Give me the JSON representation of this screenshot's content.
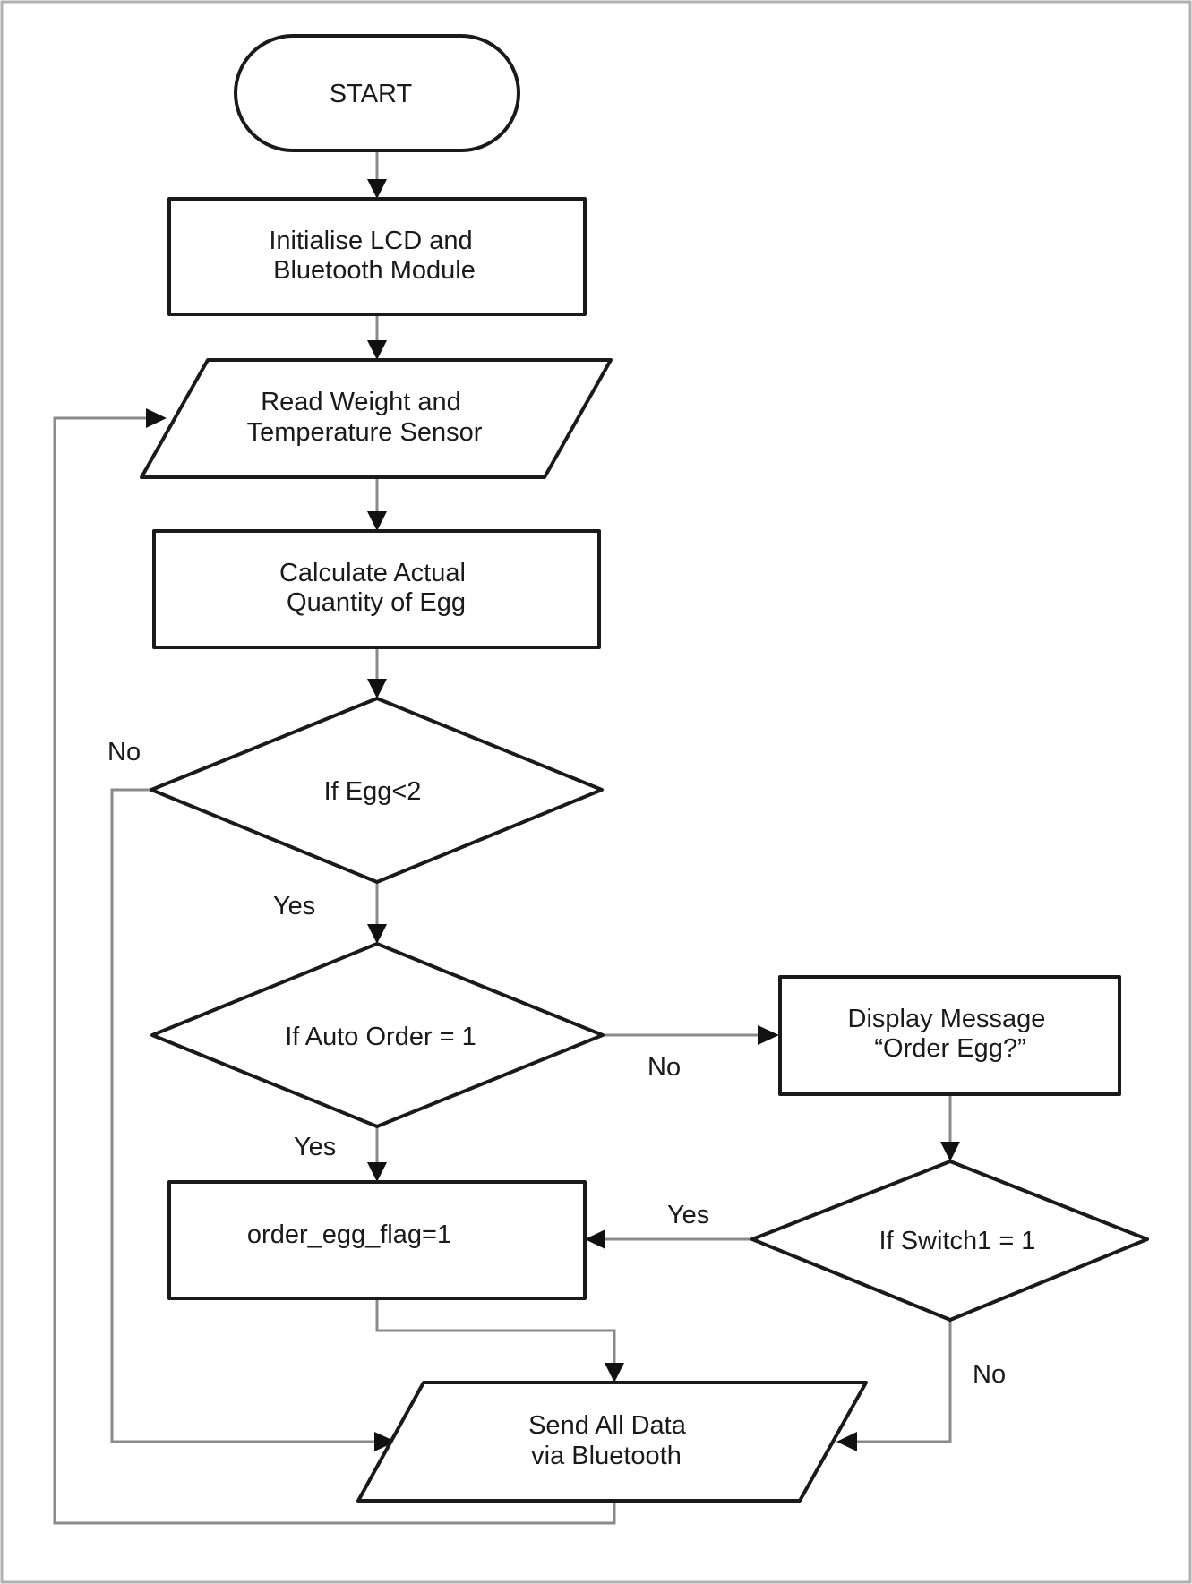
{
  "diagram": {
    "nodes": {
      "start": {
        "lines": [
          "START"
        ]
      },
      "init": {
        "lines": [
          "Initialise LCD and",
          "Bluetooth Module"
        ]
      },
      "read": {
        "lines": [
          "Read Weight and",
          "Temperature Sensor"
        ]
      },
      "calc": {
        "lines": [
          "Calculate Actual",
          "Quantity of Egg"
        ]
      },
      "egg_check": {
        "lines": [
          "If Egg<2"
        ]
      },
      "auto_order": {
        "lines": [
          "If Auto Order = 1"
        ]
      },
      "display": {
        "lines": [
          "Display Message",
          "“Order Egg?”"
        ]
      },
      "flag": {
        "lines": [
          "order_egg_flag=1"
        ]
      },
      "switch_check": {
        "lines": [
          "If Switch1 = 1"
        ]
      },
      "send": {
        "lines": [
          "Send All Data",
          "via Bluetooth"
        ]
      }
    },
    "edge_labels": {
      "egg_no": "No",
      "egg_yes": "Yes",
      "auto_no": "No",
      "auto_yes": "Yes",
      "switch_yes": "Yes",
      "switch_no": "No"
    }
  }
}
